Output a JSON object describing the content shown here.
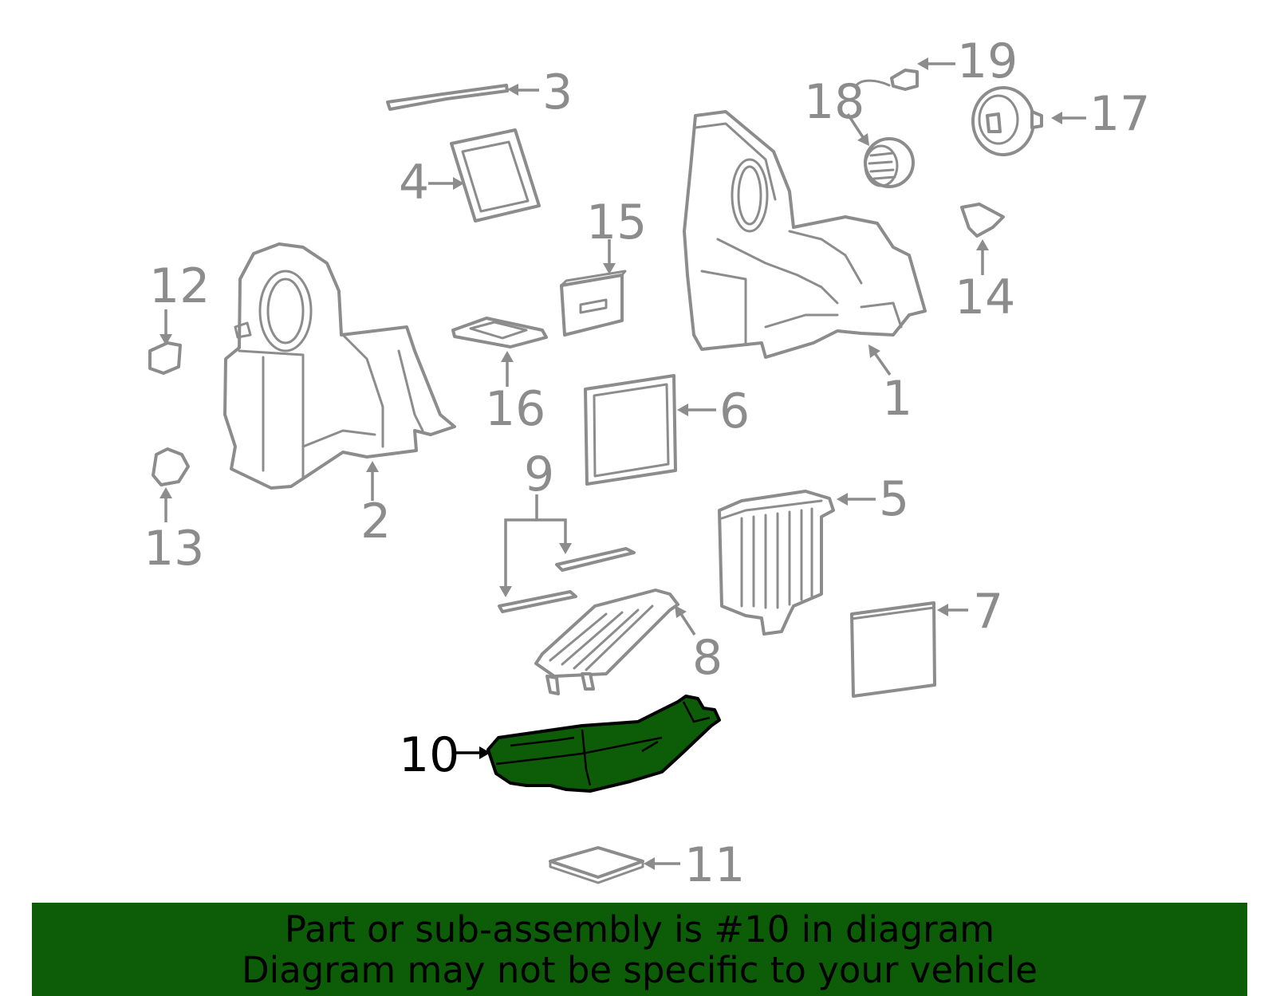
{
  "colors": {
    "highlight": "#0d5c07",
    "part_stroke": "#8c8c8c",
    "banner_bg": "#0d5c07",
    "banner_text": "#000000"
  },
  "callouts": {
    "c1": "1",
    "c2": "2",
    "c3": "3",
    "c4": "4",
    "c5": "5",
    "c6": "6",
    "c7": "7",
    "c8": "8",
    "c9": "9",
    "c10": "10",
    "c11": "11",
    "c12": "12",
    "c13": "13",
    "c14": "14",
    "c15": "15",
    "c16": "16",
    "c17": "17",
    "c18": "18",
    "c19": "19"
  },
  "highlighted_part": "10",
  "banner": {
    "line1": "Part or sub-assembly is #10 in diagram",
    "line2": "Diagram may not be specific to your vehicle"
  }
}
